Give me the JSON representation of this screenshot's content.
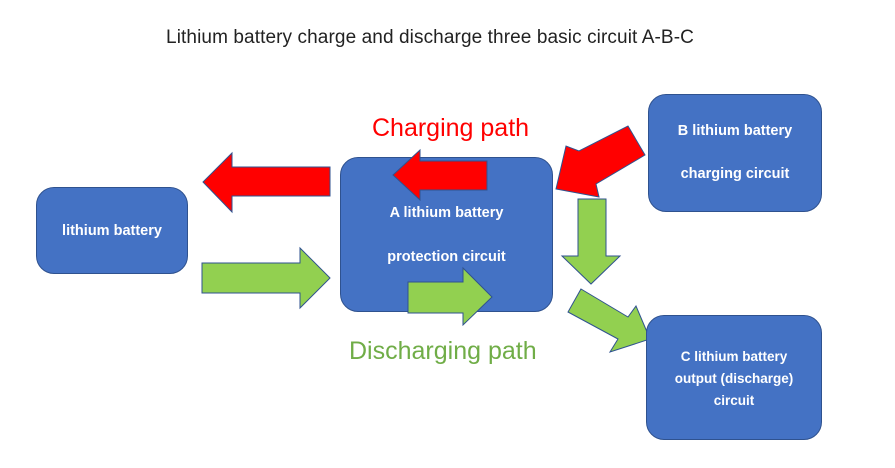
{
  "title": "Lithium battery charge and discharge three basic circuit A-B-C",
  "colors": {
    "box_fill": "#4472C4",
    "box_border": "#2F528F",
    "charging": "#FF0000",
    "discharging_arrow": "#92D050",
    "discharging_label": "#70AD47"
  },
  "labels": {
    "charging_path": "Charging path",
    "discharging_path": "Discharging path"
  },
  "boxes": {
    "battery": {
      "lines": [
        "lithium battery"
      ]
    },
    "a": {
      "lines": [
        "A lithium battery",
        "protection circuit"
      ]
    },
    "b": {
      "lines": [
        "B lithium battery",
        "charging circuit"
      ]
    },
    "c": {
      "lines": [
        "C lithium battery",
        "output (discharge)",
        "circuit"
      ]
    }
  },
  "arrows": [
    {
      "name": "charge-b-to-a-arrow",
      "path": "charging",
      "from": "B",
      "to": "A"
    },
    {
      "name": "charge-inside-a-arrow",
      "path": "charging",
      "from": "A",
      "to": "A"
    },
    {
      "name": "charge-a-to-battery-arrow",
      "path": "charging",
      "from": "A",
      "to": "battery"
    },
    {
      "name": "discharge-battery-to-a-arrow",
      "path": "discharging",
      "from": "battery",
      "to": "A"
    },
    {
      "name": "discharge-inside-a-arrow",
      "path": "discharging",
      "from": "A",
      "to": "A"
    },
    {
      "name": "discharge-down-arrow",
      "path": "discharging",
      "from": "A",
      "to": "C"
    },
    {
      "name": "discharge-a-to-c-arrow",
      "path": "discharging",
      "from": "A",
      "to": "C"
    }
  ]
}
